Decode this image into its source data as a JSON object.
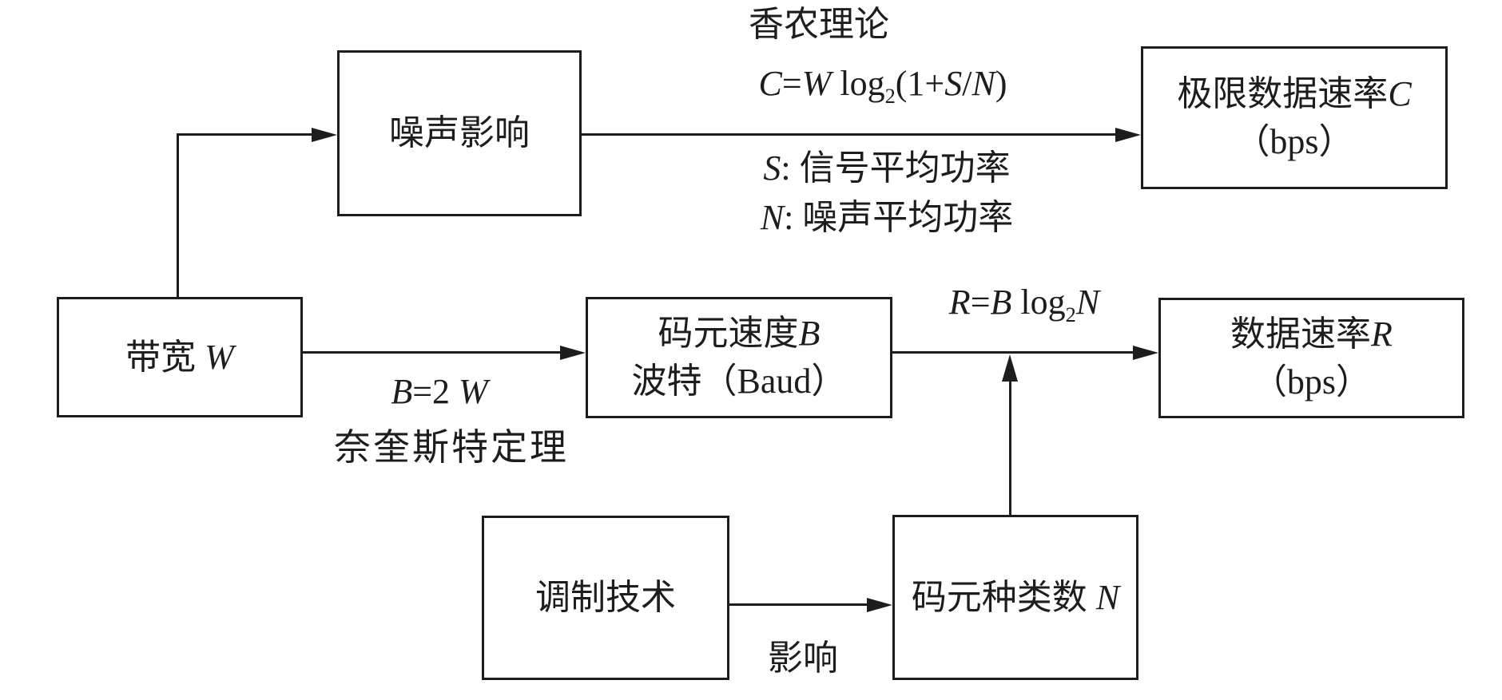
{
  "page": {
    "background": "#ffffff",
    "ink": "#1d1d1d"
  },
  "labels": {
    "shannon_title": "香农理论",
    "nyquist_title": "奈奎斯特定理",
    "impact": "影响"
  },
  "boxes": {
    "noise": {
      "label": "噪声影响"
    },
    "limit_rate": {
      "line1": [
        {
          "t": "极限数据速率"
        },
        {
          "t": "C",
          "i": true
        }
      ],
      "line2": "（bps）"
    },
    "bandwidth": {
      "label": [
        {
          "t": "带宽 "
        },
        {
          "t": "W",
          "i": true
        }
      ]
    },
    "baud": {
      "line1": [
        {
          "t": "码元速度"
        },
        {
          "t": "B",
          "i": true
        }
      ],
      "line2": "波特（Baud）"
    },
    "data_rate": {
      "line1": [
        {
          "t": "数据速率"
        },
        {
          "t": "R",
          "i": true
        }
      ],
      "line2": "（bps）"
    },
    "modulation": {
      "label": "调制技术"
    },
    "symbol_count": {
      "label": [
        {
          "t": "码元种类数 "
        },
        {
          "t": "N",
          "i": true
        }
      ]
    }
  },
  "formulas": {
    "shannon": [
      {
        "t": "C",
        "i": true
      },
      {
        "t": "="
      },
      {
        "t": "W",
        "i": true
      },
      {
        "t": " log"
      },
      {
        "t": "2",
        "sub": true
      },
      {
        "t": "(1+"
      },
      {
        "t": "S",
        "i": true
      },
      {
        "t": "/"
      },
      {
        "t": "N",
        "i": true
      },
      {
        "t": ")"
      }
    ],
    "nyquist": [
      {
        "t": "B",
        "i": true
      },
      {
        "t": "=2 "
      },
      {
        "t": "W",
        "i": true
      }
    ],
    "rate": [
      {
        "t": "R",
        "i": true
      },
      {
        "t": "="
      },
      {
        "t": "B",
        "i": true
      },
      {
        "t": " log"
      },
      {
        "t": "2",
        "sub": true
      },
      {
        "t": "N",
        "i": true
      }
    ],
    "s_legend": [
      {
        "t": "S",
        "i": true
      },
      {
        "t": ": 信号平均功率"
      }
    ],
    "n_legend": [
      {
        "t": "N",
        "i": true
      },
      {
        "t": ": 噪声平均功率"
      }
    ]
  }
}
